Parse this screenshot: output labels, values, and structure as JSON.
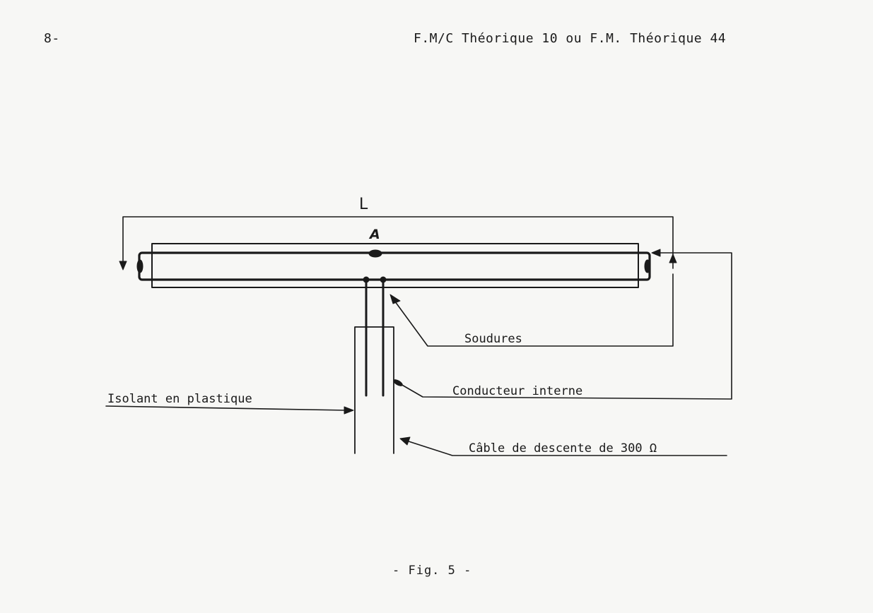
{
  "header": {
    "page_number": "8-",
    "title": "F.M/C Théorique 10  ou  F.M. Théorique 44"
  },
  "diagram": {
    "length_label": "L",
    "point_label": "A",
    "labels": {
      "soudures": "Soudures",
      "isolant": "Isolant en plastique",
      "conducteur": "Conducteur interne",
      "cable": "Câble de descente de 300 Ω"
    }
  },
  "caption": "- Fig. 5 -"
}
